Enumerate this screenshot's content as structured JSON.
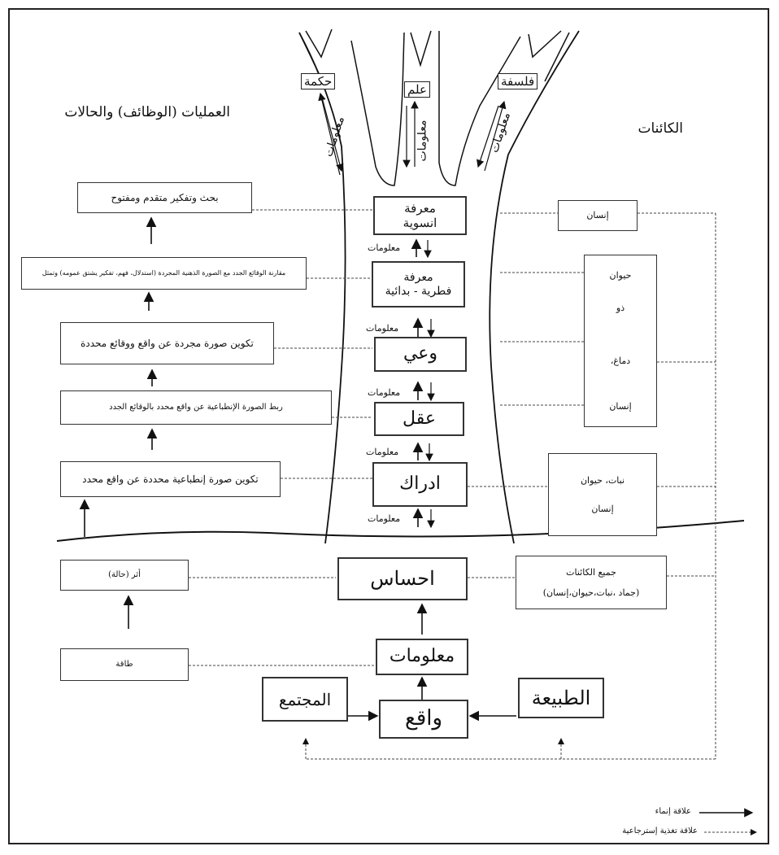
{
  "headings": {
    "processes": "العمليات (الوظائف) والحالات",
    "beings": "الكائنات"
  },
  "branches": {
    "wisdom": "حكمة",
    "science": "علم",
    "philosophy": "فلسفة",
    "info_label": "معلومات"
  },
  "center": {
    "human_knowledge": [
      "معرفة",
      "انسوية"
    ],
    "innate_knowledge": [
      "معرفة",
      "فطرية - بدائية"
    ],
    "awareness": "وعي",
    "mind": "عقل",
    "perception": "ادراك",
    "sensation": "احساس",
    "information": "معلومات",
    "reality": "واقع",
    "nature": "الطبيعة",
    "society": "المجتمع",
    "info_label": "معلومات"
  },
  "left": {
    "research": "بحث وتفكير متقدم ومفتوح",
    "compare": "مقارنة الوقائع الجدد مع الصورة الذهنية المجردة (استدلال، فهم، تفكير يشتق عمومه) وتمثل",
    "abstract_image": "تكوين صورة مجردة عن واقع ووقائع محددة",
    "link_image": "ربط الصورة الإنطباعية عن واقع محدد بالوقائع الجدد",
    "impression_image": "تكوين صورة إنطباعية محددة عن واقع محدد",
    "effect": "أثر (حالة)",
    "energy": "طاقة"
  },
  "right": {
    "human": "إنسان",
    "animal_brain": [
      "حيوان",
      "ذو",
      "دماغ،",
      "إنسان"
    ],
    "plant_animal": [
      "نبات، حيوان",
      "إنسان"
    ],
    "all_beings": [
      "جميع الكائنات",
      "(جماد ،نبات،حيوان،إنسان)"
    ]
  },
  "legend": {
    "growth": "علاقة إنماء",
    "feedback": "علاقة تغذية إسترجاعية"
  }
}
